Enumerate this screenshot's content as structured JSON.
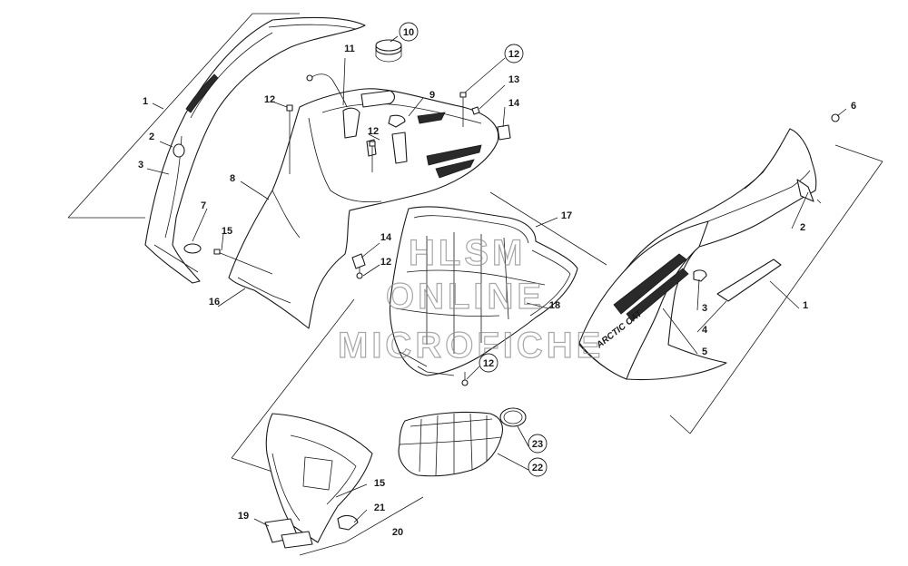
{
  "watermark": {
    "line1": "HLSM",
    "line2": "ONLINE",
    "line3": "MICROFICHE"
  },
  "decal_text": "ARCTIC CAT",
  "callouts": [
    {
      "num": "1"
    },
    {
      "num": "2"
    },
    {
      "num": "3"
    },
    {
      "num": "7"
    },
    {
      "num": "15"
    },
    {
      "num": "16"
    },
    {
      "num": "8"
    },
    {
      "num": "12"
    },
    {
      "num": "11"
    },
    {
      "num": "10"
    },
    {
      "num": "9"
    },
    {
      "num": "12"
    },
    {
      "num": "12"
    },
    {
      "num": "13"
    },
    {
      "num": "14"
    },
    {
      "num": "14"
    },
    {
      "num": "12"
    },
    {
      "num": "17"
    },
    {
      "num": "18"
    },
    {
      "num": "12"
    },
    {
      "num": "6"
    },
    {
      "num": "2"
    },
    {
      "num": "1"
    },
    {
      "num": "3"
    },
    {
      "num": "4"
    },
    {
      "num": "5"
    },
    {
      "num": "23"
    },
    {
      "num": "22"
    },
    {
      "num": "15"
    },
    {
      "num": "21"
    },
    {
      "num": "19"
    },
    {
      "num": "20"
    }
  ]
}
